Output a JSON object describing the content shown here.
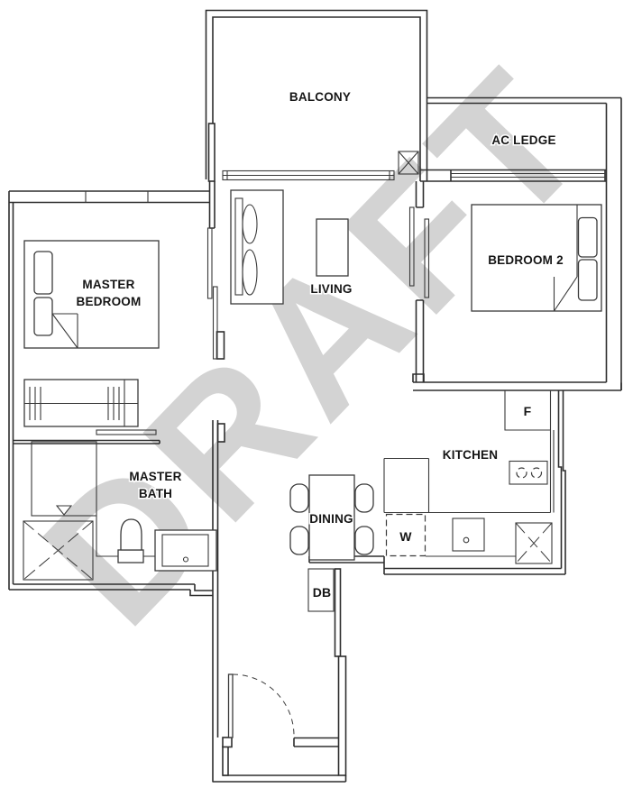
{
  "document": {
    "type": "floor-plan",
    "background_color": "#ffffff",
    "line_color": "#2e2e2e",
    "watermark": {
      "text": "DRAFT",
      "color": "#c9c9c9"
    }
  },
  "rooms": {
    "balcony": {
      "label": "BALCONY"
    },
    "ac_ledge": {
      "label": "AC LEDGE"
    },
    "master_bedroom": {
      "label_line1": "MASTER",
      "label_line2": "BEDROOM"
    },
    "living": {
      "label": "LIVING"
    },
    "bedroom2": {
      "label": "BEDROOM 2"
    },
    "master_bath": {
      "label_line1": "MASTER",
      "label_line2": "BATH"
    },
    "kitchen": {
      "label": "KITCHEN"
    },
    "dining": {
      "label": "DINING"
    }
  },
  "fixtures": {
    "fridge": {
      "label": "F"
    },
    "washer_provision": {
      "label": "W"
    },
    "distribution_board": {
      "label": "DB"
    }
  }
}
